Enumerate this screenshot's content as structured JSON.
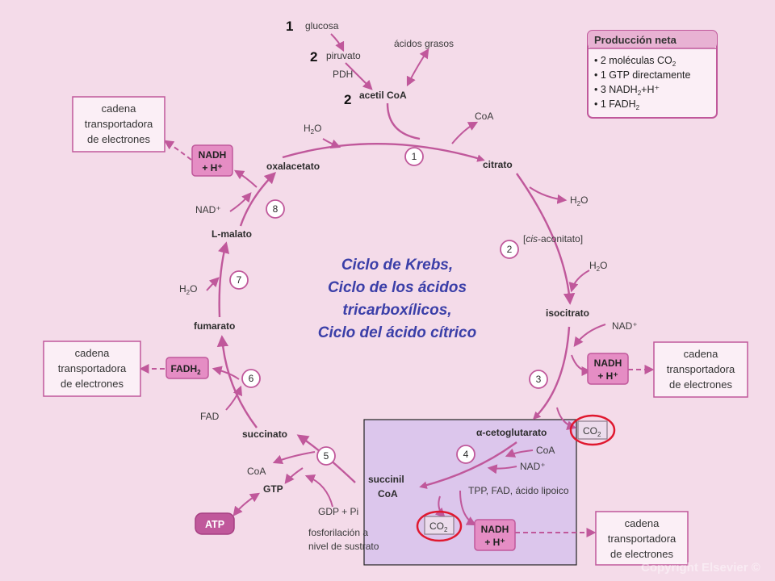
{
  "markers": [
    "1",
    "2",
    "2"
  ],
  "inputs": {
    "glucosa": "glucosa",
    "piruvato": "piruvato",
    "pdh": "PDH",
    "acidos_grasos": "ácidos grasos",
    "acetil": "acetil CoA"
  },
  "metabolites": {
    "citrato": "citrato",
    "cis_pre": "[",
    "cis_it": "cis",
    "cis_post": "-aconitato]",
    "isocitrato": "isocitrato",
    "alfa": "α-cetoglutarato",
    "succinil1": "succinil",
    "succinil2": "CoA",
    "succinato": "succinato",
    "fumarato": "fumarato",
    "malato": "L-malato",
    "oxalacetato": "oxalacetato"
  },
  "cofactors": {
    "coa": "CoA",
    "h2o_pre": "H",
    "h2o_sub": "2",
    "h2o_post": "O",
    "nad": "NAD⁺",
    "fad": "FAD",
    "tpp": "TPP, FAD, ácido lipoico",
    "gdp": "GDP + Pi",
    "gtp": "GTP",
    "atp": "ATP",
    "fosforilacion1": "fosforilación a",
    "fosforilacion2": "nivel de sustrato",
    "co2_pre": "CO",
    "co2_sub": "2",
    "nadh1": "NADH",
    "nadh2": "+ H⁺",
    "fadh2_pre": "FADH",
    "fadh2_sub": "2"
  },
  "steps": [
    "1",
    "2",
    "3",
    "4",
    "5",
    "6",
    "7",
    "8"
  ],
  "chain": {
    "line1": "cadena",
    "line2": "transportadora",
    "line3": "de electrones"
  },
  "title": {
    "line1": "Ciclo de Krebs,",
    "line2": "Ciclo de los ácidos",
    "line3": "tricarboxílicos,",
    "line4": "Ciclo del ácido cítrico"
  },
  "net": {
    "title": "Producción neta",
    "items": [
      "2 moléculas CO",
      "1 GTP directamente",
      "3 NADH",
      "1 FADH"
    ],
    "sub2": "2",
    "item3_suffix": "+H⁺"
  },
  "watermark": "Copyright Elsevier ©",
  "colors": {
    "background": "#f4dbe9",
    "accent": "#c0589b",
    "box_fill": "#e58dc4",
    "highlight_panel": "#dcc6ec",
    "title_blue": "#3b3fa8",
    "circle_red": "#e0182f"
  }
}
